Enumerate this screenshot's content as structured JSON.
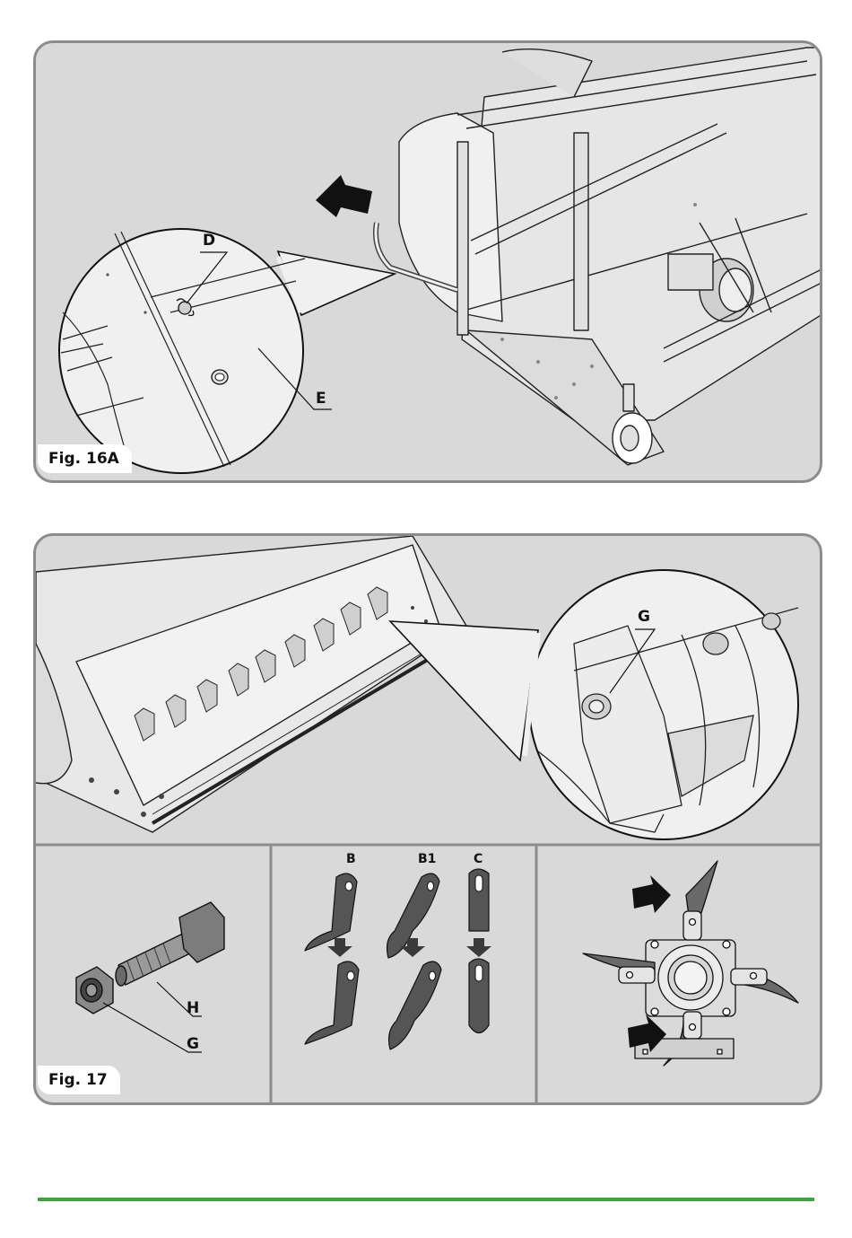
{
  "figures": {
    "fig16a": {
      "label": "Fig. 16A",
      "callouts": {
        "d": "D",
        "e": "E"
      }
    },
    "fig17": {
      "label": "Fig. 17",
      "callouts": {
        "g_detail": "G",
        "h": "H",
        "g_nut": "G",
        "b": "B",
        "b1": "B1",
        "c": "C"
      }
    }
  },
  "colors": {
    "panel_bg": "#d9d9d9",
    "panel_border": "#8c8c8c",
    "footer_line": "#3aa53a",
    "blade": "#555555"
  },
  "icons": [
    "direction-arrow-icon",
    "down-arrow-icon"
  ]
}
